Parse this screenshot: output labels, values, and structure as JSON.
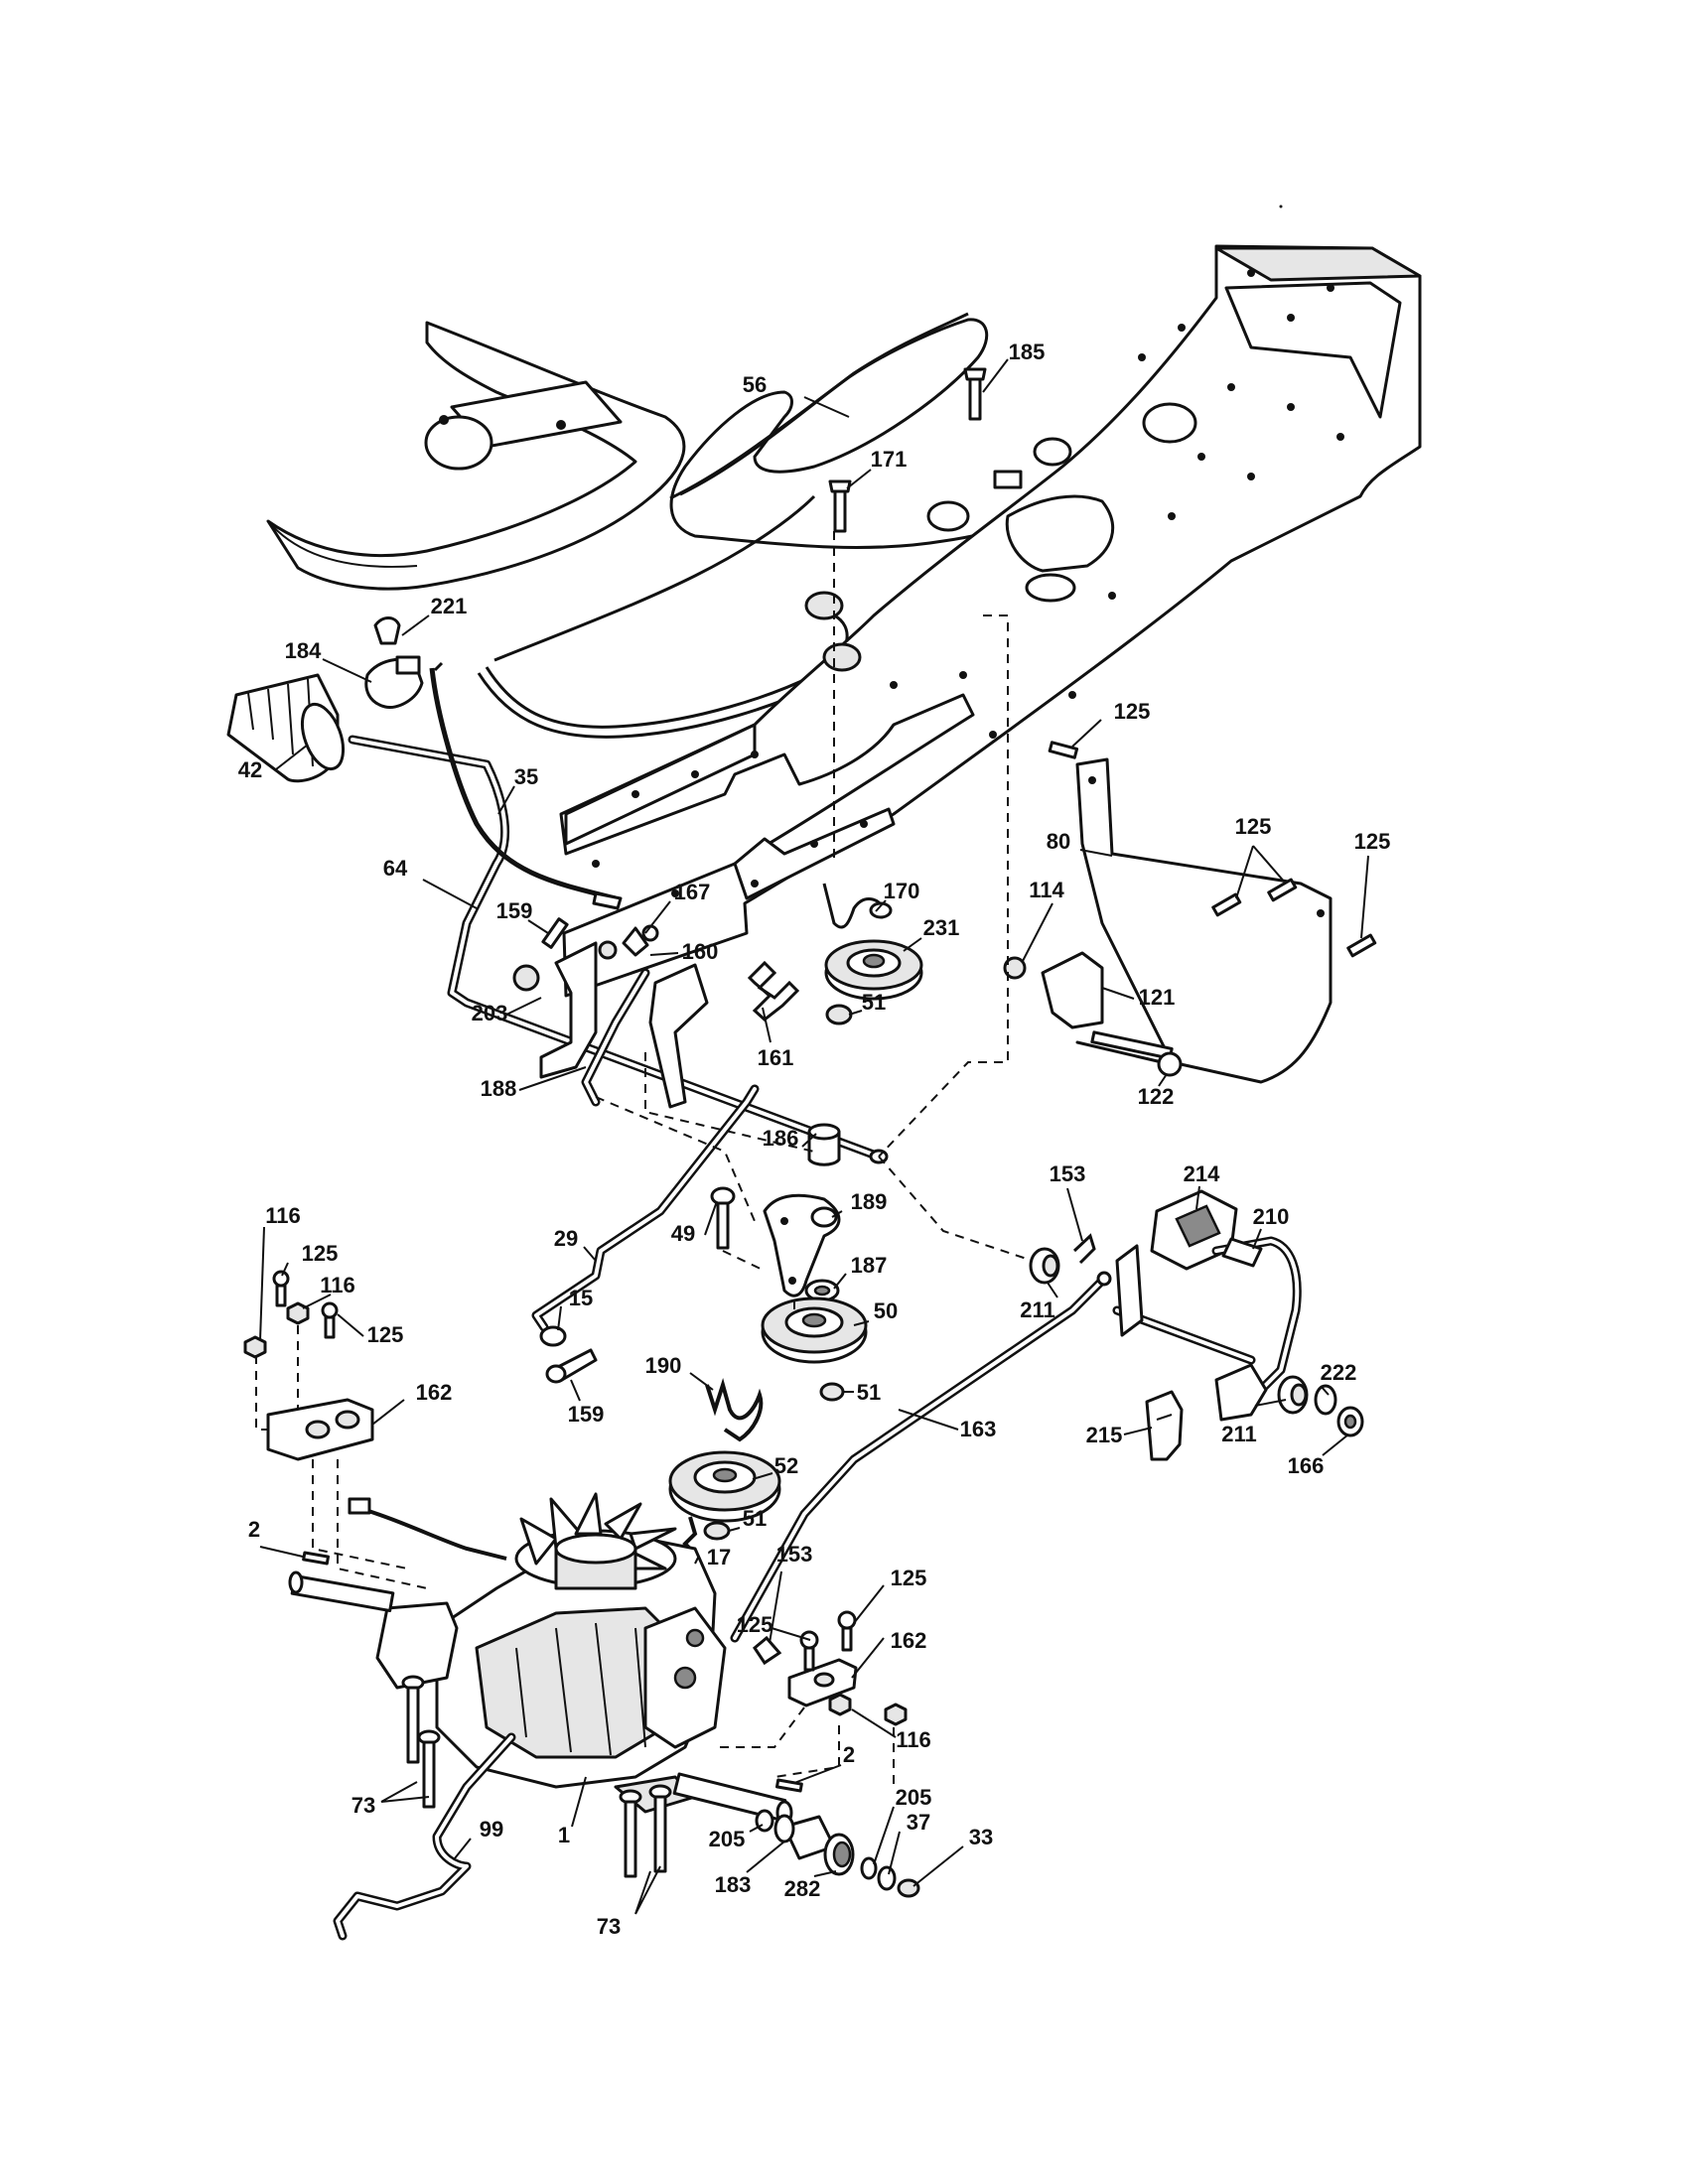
{
  "callouts": [
    {
      "id": "c56",
      "label": "56"
    },
    {
      "id": "c185",
      "label": "185"
    },
    {
      "id": "c171",
      "label": "171"
    },
    {
      "id": "c221",
      "label": "221"
    },
    {
      "id": "c184",
      "label": "184"
    },
    {
      "id": "c42",
      "label": "42"
    },
    {
      "id": "c35",
      "label": "35"
    },
    {
      "id": "c64",
      "label": "64"
    },
    {
      "id": "c159a",
      "label": "159"
    },
    {
      "id": "c167",
      "label": "167"
    },
    {
      "id": "c160",
      "label": "160"
    },
    {
      "id": "c203",
      "label": "203"
    },
    {
      "id": "c188",
      "label": "188"
    },
    {
      "id": "c161",
      "label": "161"
    },
    {
      "id": "c170",
      "label": "170"
    },
    {
      "id": "c231",
      "label": "231"
    },
    {
      "id": "c51a",
      "label": "51"
    },
    {
      "id": "c125a",
      "label": "125"
    },
    {
      "id": "c80",
      "label": "80"
    },
    {
      "id": "c125b",
      "label": "125"
    },
    {
      "id": "c125c",
      "label": "125"
    },
    {
      "id": "c114",
      "label": "114"
    },
    {
      "id": "c121",
      "label": "121"
    },
    {
      "id": "c122",
      "label": "122"
    },
    {
      "id": "c186",
      "label": "186"
    },
    {
      "id": "c153a",
      "label": "153"
    },
    {
      "id": "c214",
      "label": "214"
    },
    {
      "id": "c49",
      "label": "49"
    },
    {
      "id": "c189",
      "label": "189"
    },
    {
      "id": "c29",
      "label": "29"
    },
    {
      "id": "c187",
      "label": "187"
    },
    {
      "id": "c210",
      "label": "210"
    },
    {
      "id": "c211a",
      "label": "211"
    },
    {
      "id": "c15",
      "label": "15"
    },
    {
      "id": "c50",
      "label": "50"
    },
    {
      "id": "c116a",
      "label": "116"
    },
    {
      "id": "c125d",
      "label": "125"
    },
    {
      "id": "c116b",
      "label": "116"
    },
    {
      "id": "c125e",
      "label": "125"
    },
    {
      "id": "c159b",
      "label": "159"
    },
    {
      "id": "c190",
      "label": "190"
    },
    {
      "id": "c51b",
      "label": "51"
    },
    {
      "id": "c222",
      "label": "222"
    },
    {
      "id": "c162a",
      "label": "162"
    },
    {
      "id": "c163",
      "label": "163"
    },
    {
      "id": "c215",
      "label": "215"
    },
    {
      "id": "c211b",
      "label": "211"
    },
    {
      "id": "c166",
      "label": "166"
    },
    {
      "id": "c52",
      "label": "52"
    },
    {
      "id": "c51c",
      "label": "51"
    },
    {
      "id": "c2a",
      "label": "2"
    },
    {
      "id": "c17",
      "label": "17"
    },
    {
      "id": "c153b",
      "label": "153"
    },
    {
      "id": "c125f",
      "label": "125"
    },
    {
      "id": "c125g",
      "label": "125"
    },
    {
      "id": "c162b",
      "label": "162"
    },
    {
      "id": "c116c",
      "label": "116"
    },
    {
      "id": "c2b",
      "label": "2"
    },
    {
      "id": "c73a",
      "label": "73"
    },
    {
      "id": "c99",
      "label": "99"
    },
    {
      "id": "c1",
      "label": "1"
    },
    {
      "id": "c205a",
      "label": "205"
    },
    {
      "id": "c205b",
      "label": "205"
    },
    {
      "id": "c37",
      "label": "37"
    },
    {
      "id": "c33",
      "label": "33"
    },
    {
      "id": "c183",
      "label": "183"
    },
    {
      "id": "c282",
      "label": "282"
    },
    {
      "id": "c73b",
      "label": "73"
    }
  ]
}
